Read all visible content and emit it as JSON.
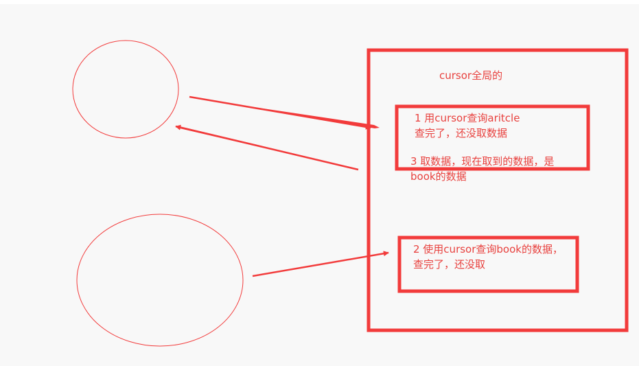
{
  "diagram": {
    "colors": {
      "background": "#f8f8f8",
      "stroke": "#f23b3b",
      "text": "#e8413e"
    },
    "title": "cursor全局的",
    "step1": {
      "line1": "1 用cursor查询aritcle",
      "line2": "查完了，还没取数据"
    },
    "step3": {
      "line1": "3 取数据，现在取到的数据，是",
      "line2": "book的数据"
    },
    "step2": {
      "line1": "2 使用cursor查询book的数据，",
      "line2": "查完了，还没取"
    }
  }
}
